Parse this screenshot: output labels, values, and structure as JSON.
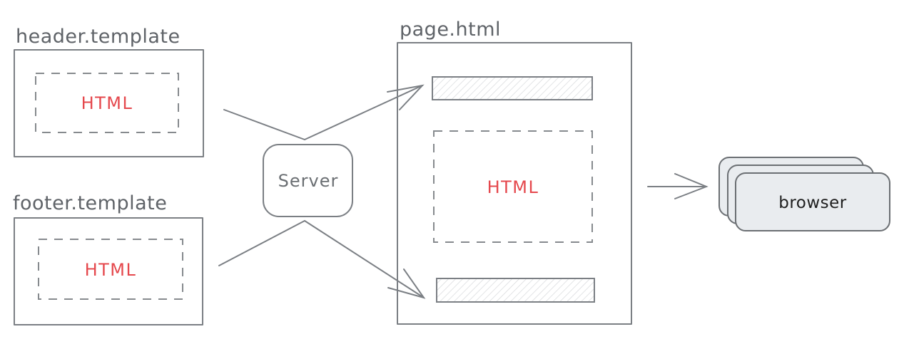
{
  "header_template": {
    "title": "header.template",
    "content": "HTML"
  },
  "footer_template": {
    "title": "footer.template",
    "content": "HTML"
  },
  "server": {
    "label": "Server"
  },
  "page_html": {
    "title": "page.html",
    "content": "HTML"
  },
  "browser": {
    "label": "browser"
  },
  "colors": {
    "stroke": "#7b7f84",
    "html_text": "#e5484d",
    "browser_fill": "#e9ecef"
  }
}
